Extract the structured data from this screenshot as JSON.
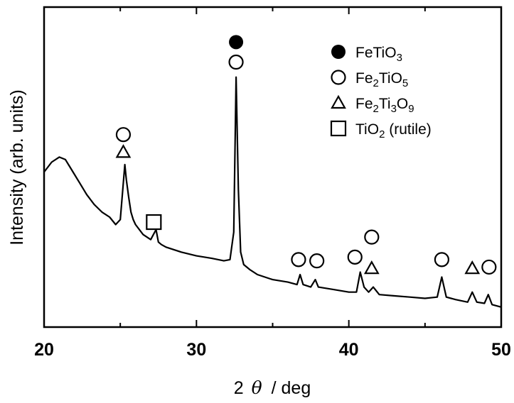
{
  "chart_data": {
    "type": "line",
    "xlabel_prefix": "2",
    "xlabel_symbol": "θ",
    "xlabel_suffix": " / deg",
    "ylabel": "Intensity (arb. units)",
    "xlim": [
      20,
      50
    ],
    "xticks": [
      "20",
      "30",
      "40",
      "50"
    ],
    "y_ticks_shown": false,
    "grid": false,
    "legend_position": "top-right",
    "legend": [
      {
        "marker": "filled-circle",
        "base": "FeTiO",
        "sub": "3",
        "rest": "",
        "name": "FeTiO3"
      },
      {
        "marker": "open-circle",
        "base": "Fe",
        "sub": "2",
        "rest": "TiO",
        "sub2": "5",
        "name": "Fe2TiO5"
      },
      {
        "marker": "open-triangle",
        "base": "Fe",
        "sub": "2",
        "rest": "Ti",
        "sub2": "3",
        "rest2": "O",
        "sub3": "9",
        "name": "Fe2Ti3O9"
      },
      {
        "marker": "open-square",
        "base": "TiO",
        "sub": "2",
        "rest": " (rutile)",
        "name": "TiO2 (rutile)"
      }
    ],
    "series": [
      {
        "x": [
          20.0,
          20.5,
          21.0,
          21.4,
          21.8,
          22.3,
          22.8,
          23.3,
          23.8,
          24.3,
          24.7,
          25.0,
          25.15,
          25.3,
          25.4,
          25.55,
          25.7,
          25.85,
          26.0,
          26.5,
          27.0,
          27.35,
          27.5,
          27.7,
          28.0,
          29.0,
          30.0,
          31.0,
          31.8,
          32.2,
          32.45,
          32.6,
          32.75,
          32.9,
          33.1,
          33.5,
          34.0,
          35.0,
          36.0,
          36.6,
          36.8,
          37.0,
          37.5,
          37.8,
          38.0,
          39.0,
          40.0,
          40.5,
          40.75,
          41.0,
          41.3,
          41.6,
          42.0,
          43.0,
          44.0,
          45.0,
          45.8,
          46.1,
          46.4,
          47.0,
          47.8,
          48.1,
          48.4,
          48.9,
          49.15,
          49.4,
          50.0
        ],
        "y": [
          62,
          66,
          68,
          67,
          63,
          58,
          53,
          49,
          46,
          44,
          41,
          43,
          54,
          65,
          59,
          52,
          46,
          43,
          41,
          37,
          35,
          39,
          34,
          33,
          32,
          30,
          28.5,
          27.5,
          26.5,
          27,
          38,
          100,
          55,
          30,
          25,
          23,
          21,
          19,
          18,
          17,
          21,
          17,
          16,
          19,
          16,
          15,
          14,
          14,
          22,
          16,
          14,
          16,
          13,
          12.5,
          12,
          11.5,
          12,
          20,
          12,
          11,
          10,
          14,
          10,
          9.5,
          13,
          9,
          8
        ]
      }
    ],
    "annotations": [
      {
        "x": 32.6,
        "y": 114,
        "marker": "filled-circle"
      },
      {
        "x": 32.6,
        "y": 106,
        "marker": "open-circle"
      },
      {
        "x": 25.2,
        "y": 77,
        "marker": "open-circle"
      },
      {
        "x": 25.2,
        "y": 70,
        "marker": "open-triangle"
      },
      {
        "x": 27.2,
        "y": 42,
        "marker": "open-square"
      },
      {
        "x": 36.7,
        "y": 27,
        "marker": "open-circle"
      },
      {
        "x": 37.9,
        "y": 26.5,
        "marker": "open-circle"
      },
      {
        "x": 40.4,
        "y": 28,
        "marker": "open-circle"
      },
      {
        "x": 41.5,
        "y": 36,
        "marker": "open-circle"
      },
      {
        "x": 41.5,
        "y": 23.5,
        "marker": "open-triangle"
      },
      {
        "x": 46.1,
        "y": 27,
        "marker": "open-circle"
      },
      {
        "x": 48.1,
        "y": 23.5,
        "marker": "open-triangle"
      },
      {
        "x": 49.2,
        "y": 24,
        "marker": "open-circle"
      }
    ]
  }
}
